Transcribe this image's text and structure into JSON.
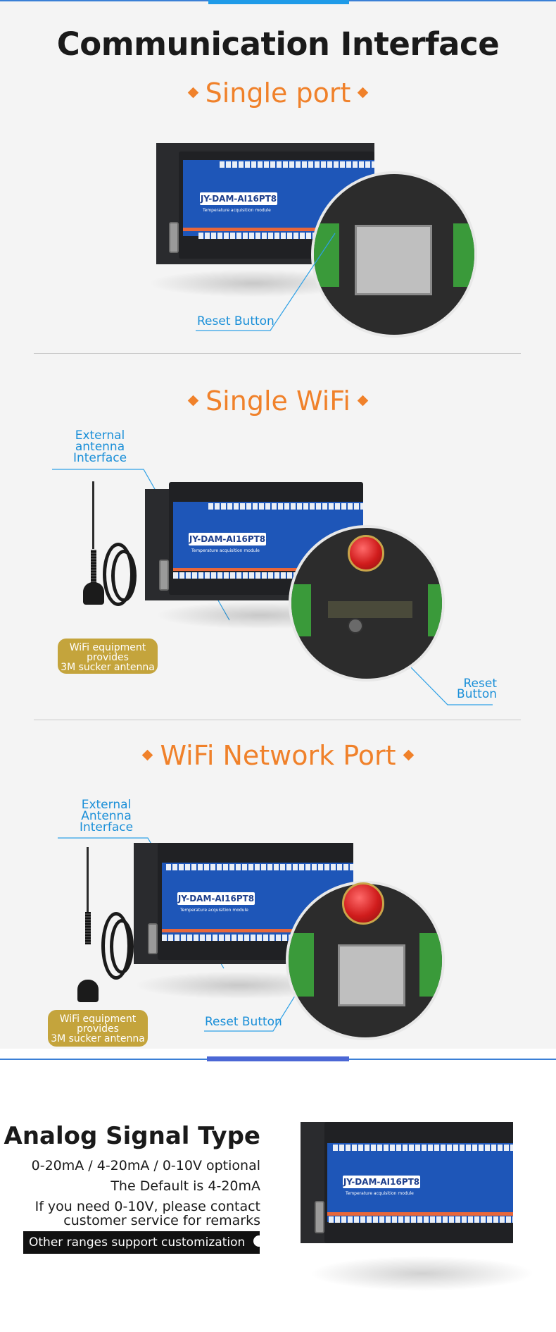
{
  "page": {
    "title": "Communication Interface"
  },
  "sections": [
    {
      "subtitle": "Single port",
      "callouts": {
        "reset": "Reset Button"
      }
    },
    {
      "subtitle": "Single WiFi",
      "callouts": {
        "antenna_line1": "External",
        "antenna_line2": "antenna",
        "antenna_line3": "Interface",
        "reset_line1": "Reset",
        "reset_line2": "Button"
      },
      "badge": {
        "line1": "WiFi equipment",
        "line2": "provides",
        "line3": "3M sucker antenna"
      }
    },
    {
      "subtitle": "WiFi Network Port",
      "callouts": {
        "antenna_line1": "External",
        "antenna_line2": "Antenna",
        "antenna_line3": "Interface",
        "reset": "Reset Button"
      },
      "badge": {
        "line1": "WiFi equipment",
        "line2": "provides",
        "line3": "3M sucker antenna"
      }
    }
  ],
  "device": {
    "model": "JY-DAM-AI16PT8",
    "description": "Temperature acquisition module"
  },
  "analog": {
    "title": "Analog Signal Type",
    "line1": "0-20mA / 4-20mA / 0-10V optional",
    "line2": "The Default is 4-20mA",
    "line3": "If you need 0-10V, please contact",
    "line4": "customer service for remarks",
    "custom_note": "Other ranges support customization"
  },
  "colors": {
    "accent_orange": "#f0812a",
    "callout_blue": "#1a8fd8",
    "badge_gold": "#c4a43c",
    "device_blue": "#1e56b8"
  }
}
